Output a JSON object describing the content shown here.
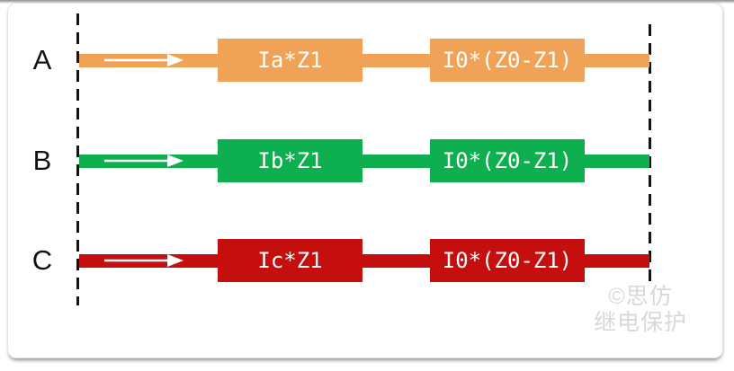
{
  "diagram": {
    "description": "Three-phase impedance voltage-drop diagram between two dashed boundary buses",
    "rows": [
      {
        "label": "A",
        "color": "#F0A356",
        "block1": "Ia*Z1",
        "block2": "I0*(Z0-Z1)"
      },
      {
        "label": "B",
        "color": "#0DAF4E",
        "block1": "Ib*Z1",
        "block2": "I0*(Z0-Z1)"
      },
      {
        "label": "C",
        "color": "#C50F0F",
        "block1": "Ic*Z1",
        "block2": "I0*(Z0-Z1)"
      }
    ],
    "arrow_color": "#ffffff",
    "dashed_line_color": "#141414"
  },
  "watermark": {
    "line1": "©思仿",
    "line2": "继电保护",
    "color": "#d8d8d8"
  },
  "frame": {
    "background": "#ffffff",
    "border_color": "#e4e4e4"
  }
}
